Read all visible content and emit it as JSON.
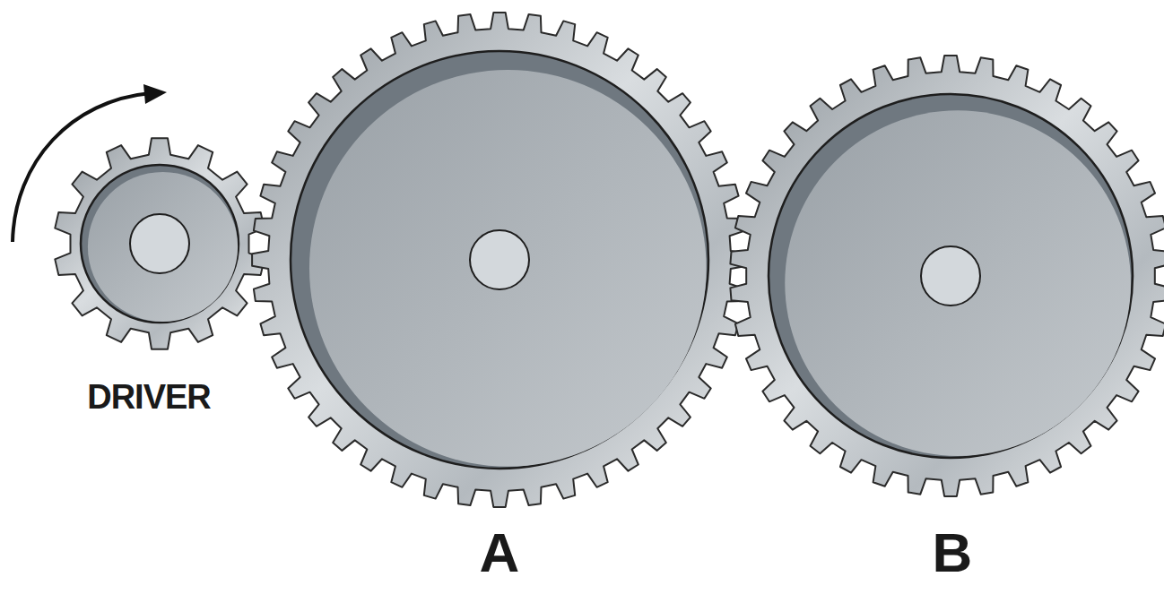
{
  "diagram": {
    "labels": [
      "DRIVER",
      "A",
      "B"
    ]
  }
}
